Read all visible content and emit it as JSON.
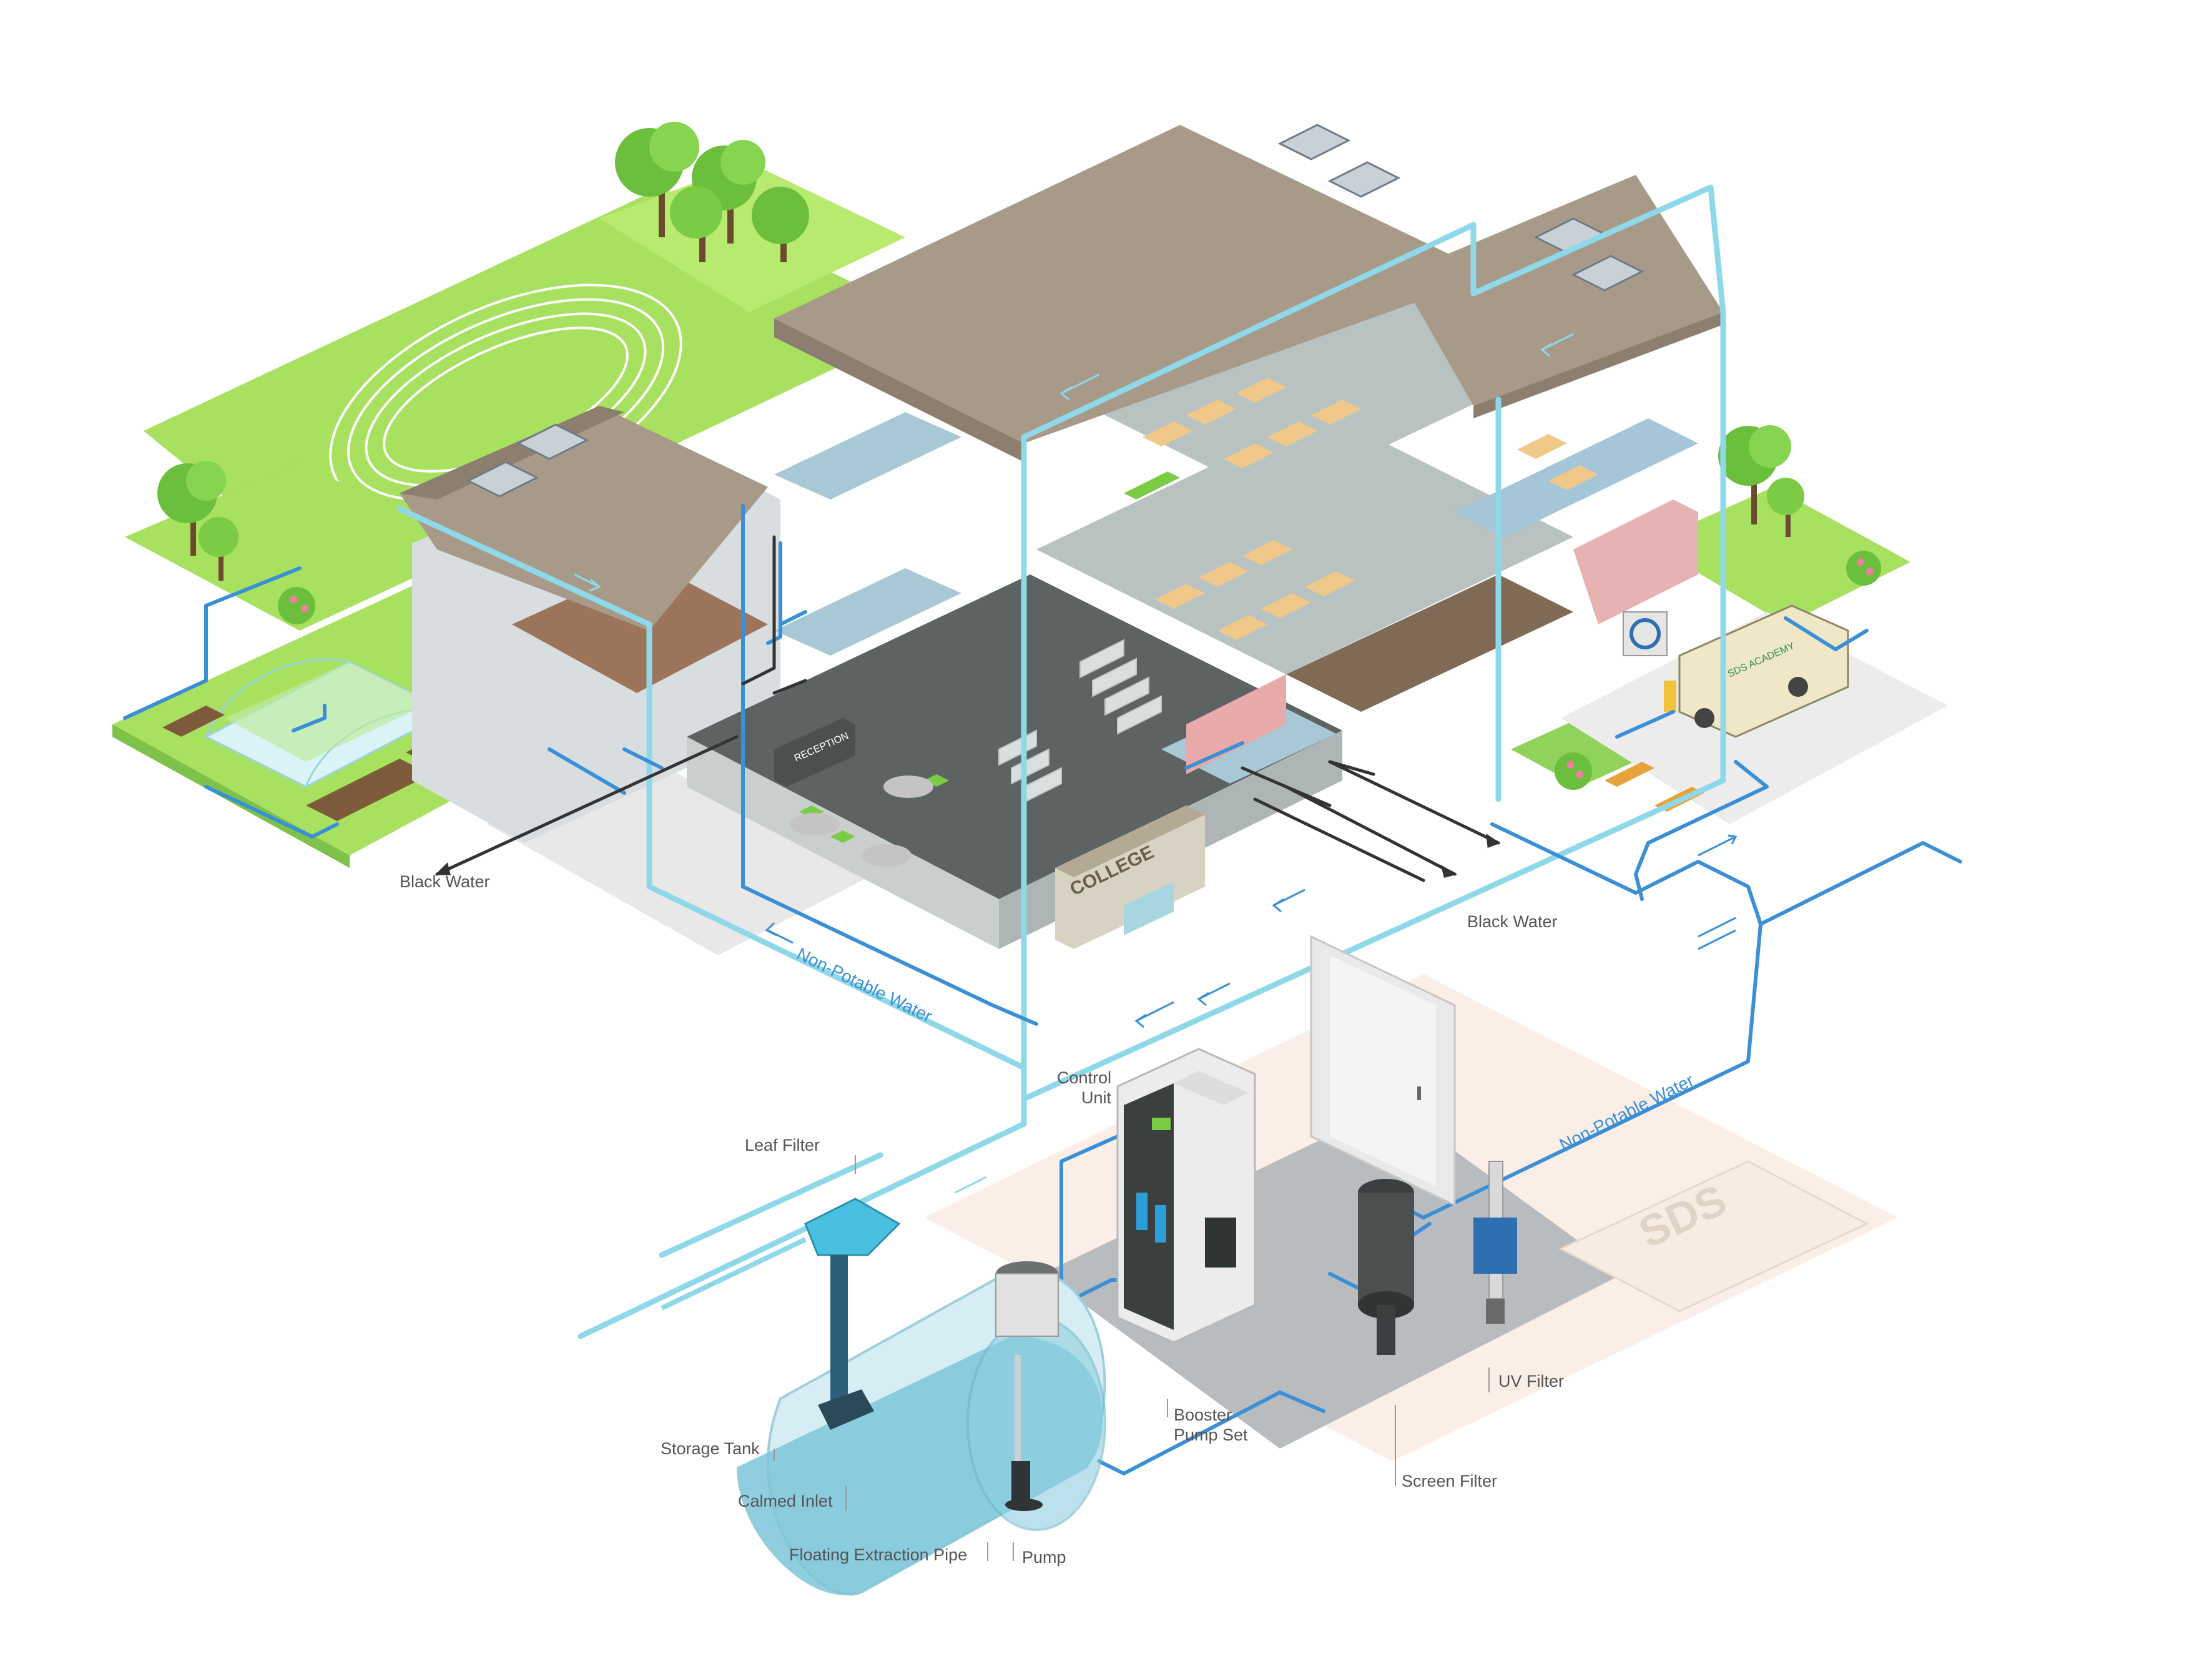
{
  "labels": {
    "black_water_left": "Black Water",
    "black_water_right": "Black Water",
    "non_potable_left": "Non-Potable Water",
    "non_potable_right": "Non-Potable Water",
    "control_unit_line1": "Control",
    "control_unit_line2": "Unit",
    "leaf_filter": "Leaf Filter",
    "storage_tank": "Storage Tank",
    "calmed_inlet": "Calmed Inlet",
    "floating_extraction_pipe": "Floating Extraction Pipe",
    "pump": "Pump",
    "booster_pump_line1": "Booster",
    "booster_pump_line2": "Pump Set",
    "screen_filter": "Screen Filter",
    "uv_filter": "UV Filter"
  },
  "signage": {
    "college": "COLLEGE",
    "reception": "RECEPTION",
    "logo": "SDS",
    "bus": "SDS ACADEMY"
  },
  "colors": {
    "pipe_light": "#8fd8ea",
    "pipe_blue": "#3a8fd6",
    "pipe_dark": "#333333",
    "grass": "#a8e05f",
    "grass_dark": "#7fc24a",
    "roof": "#a89a88",
    "roof_dark": "#8c7f70",
    "floor": "#c9cfcf",
    "water": "#7cc4d8"
  }
}
